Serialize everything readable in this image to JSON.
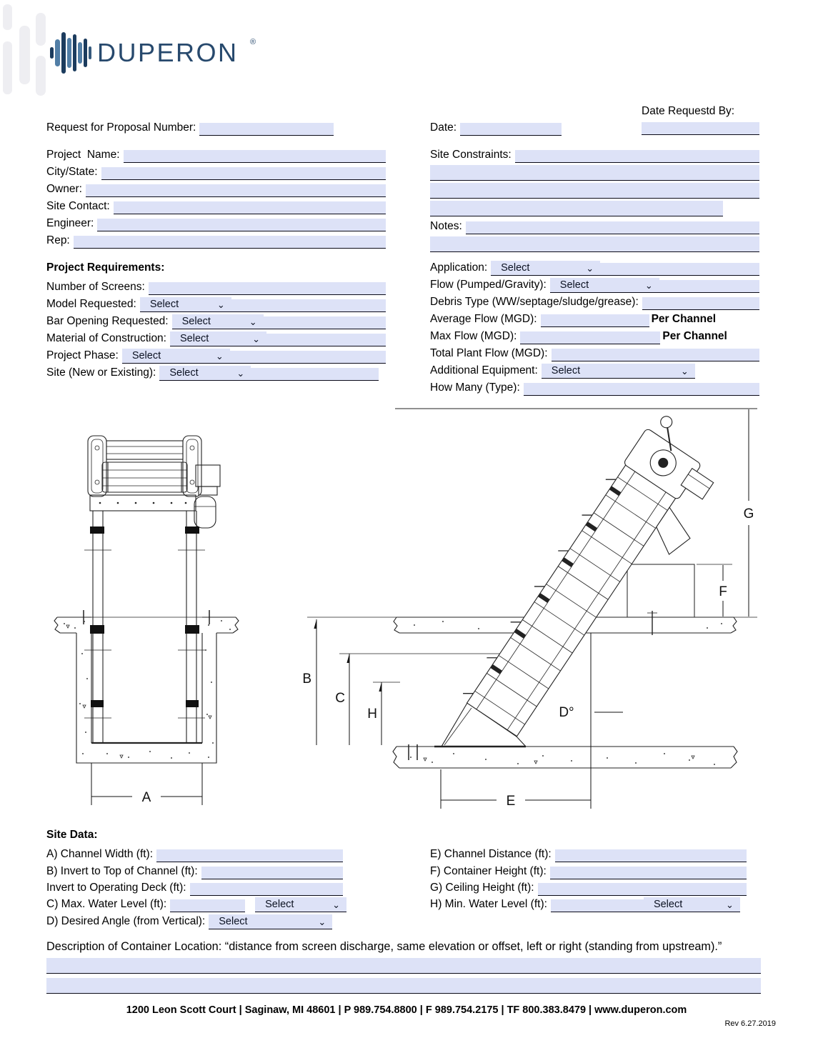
{
  "controls": {
    "select_label": "Select",
    "chevron": "⌄"
  },
  "brand": {
    "wordmark": "DUPERON",
    "registered": "®"
  },
  "top": {
    "date_requested_by": "Date Requestd By:",
    "rfp_label": "Request for Proposal Number:",
    "date_label": "Date:"
  },
  "project_info": {
    "rows": [
      "Project  Name:",
      "City/State:",
      "Owner:",
      "Site Contact:",
      "Engineer:",
      "Rep:"
    ],
    "site_constraints": "Site Constraints:",
    "notes": "Notes:"
  },
  "requirements": {
    "heading": "Project Requirements:",
    "number_of_screens": "Number of Screens:",
    "model_requested": "Model Requested:",
    "bar_opening": "Bar Opening Requested:",
    "material": "Material of Construction:",
    "phase": "Project Phase:",
    "site": "Site (New or Existing):",
    "application": "Application:",
    "flow": "Flow (Pumped/Gravity):",
    "debris": "Debris Type (WW/septage/sludge/grease):",
    "avg_flow": "Average Flow (MGD):",
    "max_flow": "Max Flow (MGD):",
    "per_channel": "Per Channel",
    "total_flow": "Total Plant Flow (MGD):",
    "additional": "Additional Equipment:",
    "how_many": "How Many (Type):"
  },
  "diagram": {
    "labels": {
      "a": "A",
      "b": "B",
      "c": "C",
      "d": "D°",
      "e": "E",
      "f": "F",
      "g": "G",
      "h": "H"
    }
  },
  "site_data": {
    "heading": "Site Data:",
    "a": "A) Channel Width (ft):",
    "b": "B) Invert to Top of Channel (ft):",
    "invert_deck": "Invert to Operating Deck (ft):",
    "c": "C) Max. Water Level (ft):",
    "d": "D) Desired Angle (from Vertical):",
    "e": "E) Channel Distance (ft):",
    "f": "F) Container Height (ft):",
    "g": "G) Ceiling Height (ft):",
    "h": "H) Min. Water Level (ft):"
  },
  "description": {
    "label": "Description of Container Location: “distance from screen discharge, same elevation or offset, left or right (standing from upstream).”"
  },
  "footer": {
    "address": "1200 Leon Scott Court | Saginaw, MI 48601 | P 989.754.8800 | F 989.754.2175 | TF 800.383.8479 | www.duperon.com",
    "revision": "Rev 6.27.2019"
  }
}
